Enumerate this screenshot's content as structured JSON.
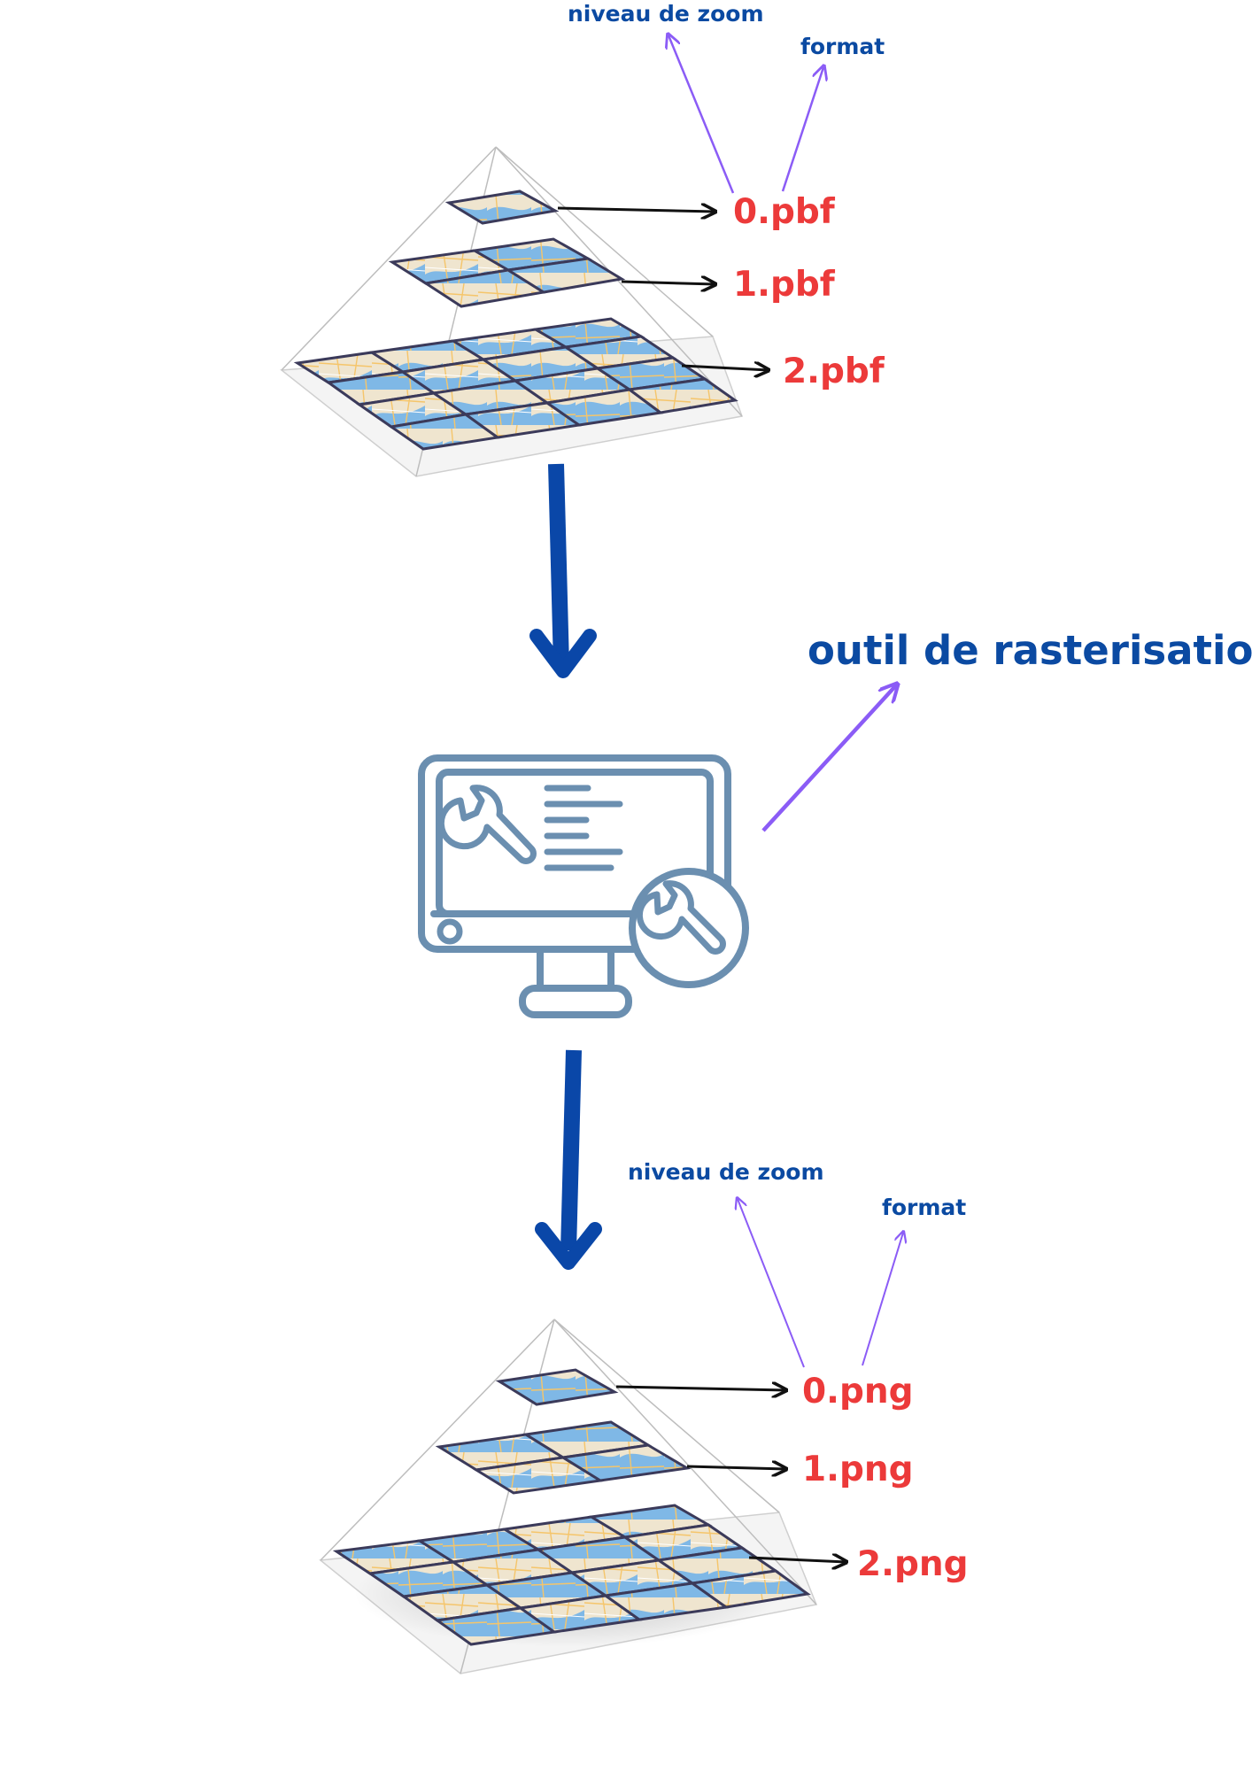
{
  "colors": {
    "blue_text": "#0b4aa2",
    "red_text": "#ec3a3a",
    "purple_arrow": "#8b5cf6",
    "flow_arrow": "#0a47a8",
    "monitor": "#6b8fb0",
    "tile_land": "#efe5cf",
    "tile_water": "#7fb8e6"
  },
  "top_pyramid": {
    "annotation_zoom": "niveau de zoom",
    "annotation_format": "format",
    "files": [
      "0.pbf",
      "1.pbf",
      "2.pbf"
    ]
  },
  "tool": {
    "label": "outil de rasterisation",
    "icon": "monitor-wrench-icon"
  },
  "bottom_pyramid": {
    "annotation_zoom": "niveau de zoom",
    "annotation_format": "format",
    "files": [
      "0.png",
      "1.png",
      "2.png"
    ]
  }
}
